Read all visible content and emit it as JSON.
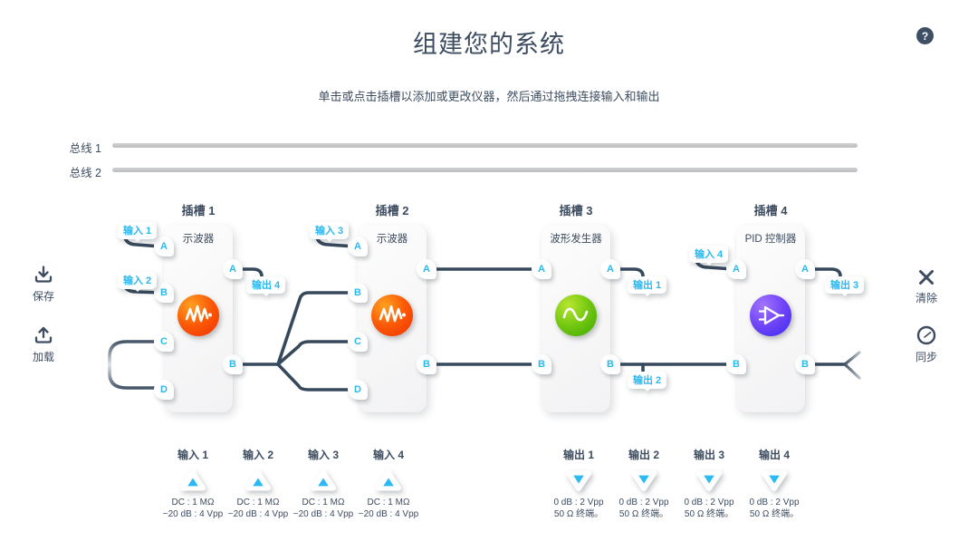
{
  "header": {
    "title": "组建您的系统",
    "subtitle": "单击或点击插槽以添加或更改仪器，然后通过拖拽连接输入和输出",
    "help": "?"
  },
  "buses": [
    {
      "label": "总线 1"
    },
    {
      "label": "总线 2"
    }
  ],
  "toolbar": {
    "save": {
      "label": "保存"
    },
    "load": {
      "label": "加载"
    },
    "clear": {
      "label": "清除"
    },
    "sync": {
      "label": "同步"
    }
  },
  "slots": [
    {
      "label": "插槽 1",
      "instrument": "示波器",
      "inputs": [
        "A",
        "B",
        "C",
        "D"
      ],
      "outputs": [
        "A",
        "B"
      ]
    },
    {
      "label": "插槽 2",
      "instrument": "示波器",
      "inputs": [
        "A",
        "B",
        "C",
        "D"
      ],
      "outputs": [
        "A",
        "B"
      ]
    },
    {
      "label": "插槽 3",
      "instrument": "波形发生器",
      "inputs": [
        "A",
        "B"
      ],
      "outputs": [
        "A",
        "B"
      ]
    },
    {
      "label": "插槽 4",
      "instrument": "PID 控制器",
      "inputs": [
        "A",
        "B"
      ],
      "outputs": [
        "A",
        "B"
      ]
    }
  ],
  "wire_tags": {
    "in1": "输入 1",
    "in2": "输入 2",
    "in3": "输入 3",
    "in4": "输入 4",
    "out1": "输出 1",
    "out2": "输出 2",
    "out3": "输出 3",
    "out4": "输出 4"
  },
  "front_panel": {
    "inputs": [
      {
        "label": "输入 1",
        "coupling": "DC : 1 MΩ",
        "range": "−20 dB : 4 Vpp"
      },
      {
        "label": "输入 2",
        "coupling": "DC : 1 MΩ",
        "range": "−20 dB : 4 Vpp"
      },
      {
        "label": "输入 3",
        "coupling": "DC : 1 MΩ",
        "range": "−20 dB : 4 Vpp"
      },
      {
        "label": "输入 4",
        "coupling": "DC : 1 MΩ",
        "range": "−20 dB : 4 Vpp"
      }
    ],
    "outputs": [
      {
        "label": "输出 1",
        "gain": "0 dB : 2 Vpp",
        "termination": "50 Ω 终端。"
      },
      {
        "label": "输出 2",
        "gain": "0 dB : 2 Vpp",
        "termination": "50 Ω 终端。"
      },
      {
        "label": "输出 3",
        "gain": "0 dB : 2 Vpp",
        "termination": "50 Ω 终端。"
      },
      {
        "label": "输出 4",
        "gain": "0 dB : 2 Vpp",
        "termination": "50 Ω 终端。"
      }
    ]
  },
  "colors": {
    "accent_cyan": "#29b9f1",
    "ink": "#3d4c60",
    "wire": "#36485c",
    "bus": "#c5c7c9",
    "oscilloscope": "#f23400",
    "waveform_generator": "#55b50a",
    "pid_controller": "#4d34f2"
  }
}
